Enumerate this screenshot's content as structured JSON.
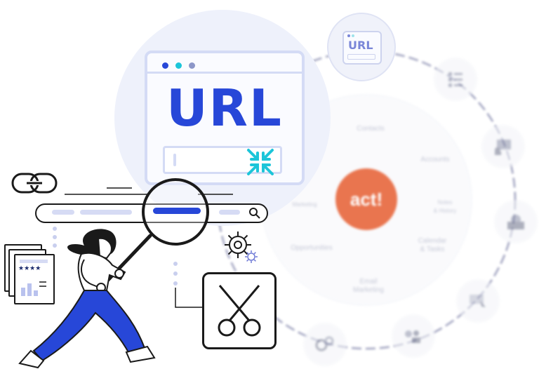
{
  "hero": {
    "url_text": "URL",
    "mini_url_text": "URL"
  },
  "wheel": {
    "center_logo": "act!",
    "labels": {
      "contacts": "Contacts",
      "accounts": "Accounts",
      "notes": "Notes\n& History",
      "calendar": "Calendar\n& Tasks",
      "email": "Email\nMarketing",
      "opportunities": "Opportunities",
      "marketing": "Marketing"
    }
  },
  "card": {
    "stars": "★★★★"
  },
  "colors": {
    "primary_blue": "#2747d8",
    "light_blue_bg": "#eef1fb",
    "cyan": "#1cc5d9",
    "act_orange": "#e9754f",
    "dark": "#1a1a1a"
  }
}
